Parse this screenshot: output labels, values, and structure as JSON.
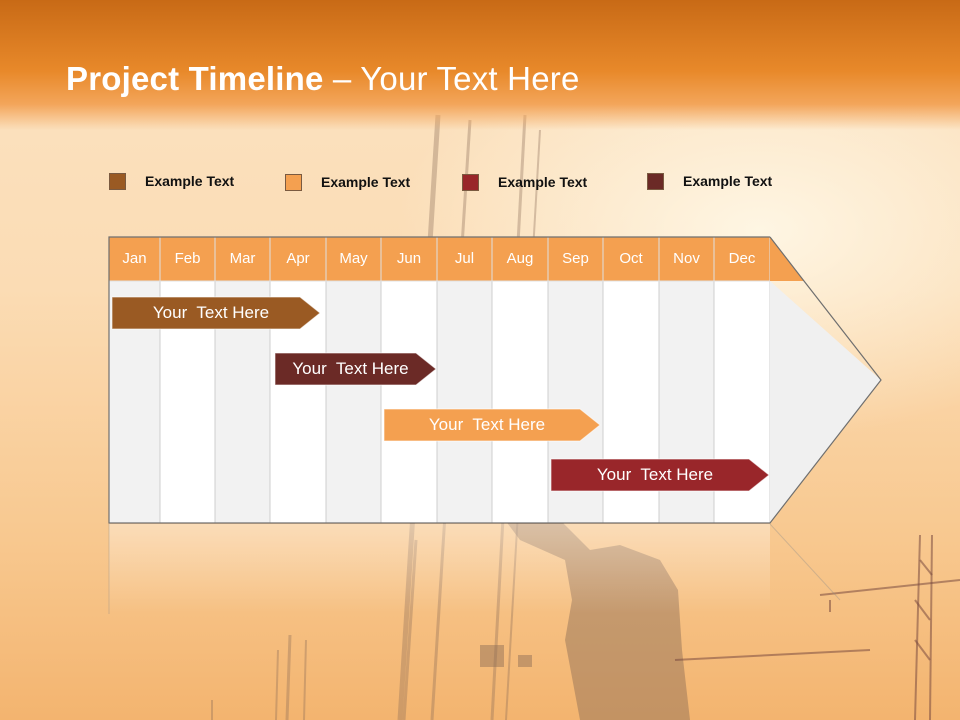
{
  "header": {
    "title_bold": "Project Timeline",
    "title_separator": " – ",
    "title_rest": "Your Text Here"
  },
  "legend": [
    {
      "label": "Example Text",
      "color": "#9a5a23"
    },
    {
      "label": "Example Text",
      "color": "#f4a050"
    },
    {
      "label": "Example Text",
      "color": "#99262a"
    },
    {
      "label": "Example Text",
      "color": "#6b2a26"
    }
  ],
  "timeline": {
    "months": [
      "Jan",
      "Feb",
      "Mar",
      "Apr",
      "May",
      "Jun",
      "Jul",
      "Aug",
      "Sep",
      "Oct",
      "Nov",
      "Dec"
    ],
    "tasks": [
      {
        "label": "Your  Text Here",
        "color": "#9a5a23"
      },
      {
        "label": "Your  Text Here",
        "color": "#6b2a26"
      },
      {
        "label": "Your  Text Here",
        "color": "#f4a050"
      },
      {
        "label": "Your  Text Here",
        "color": "#99262a"
      }
    ]
  },
  "colors": {
    "header": "#e8892a",
    "month_header": "#f4a050",
    "column_light": "#f2f2f2",
    "column_white": "#ffffff"
  }
}
